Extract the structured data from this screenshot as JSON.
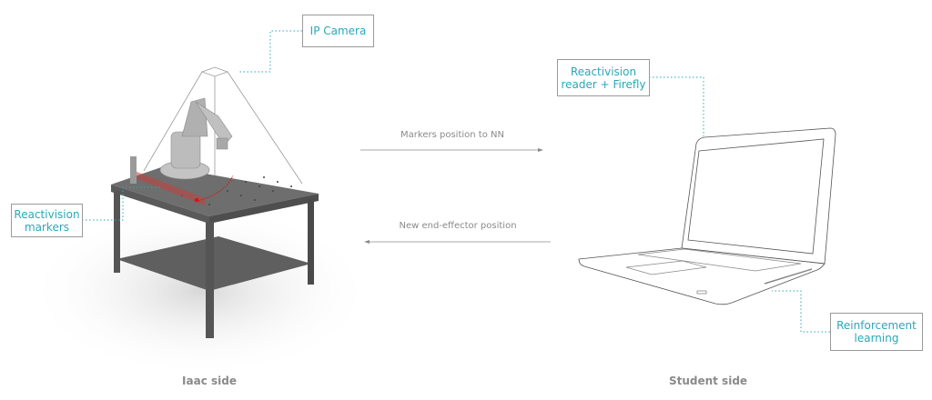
{
  "labels": {
    "ip_camera": "IP Camera",
    "reactivision_markers": "Reactivision markers",
    "reactivision_reader": "Reactivision reader + Firefly",
    "reinforcement_learning": "Reinforcement learning"
  },
  "arrows": {
    "to_student": "Markers position to NN",
    "to_iaac": "New end-effector position"
  },
  "sides": {
    "left": "Iaac side",
    "right": "Student side"
  },
  "colors": {
    "accent": "#2aa8b8",
    "marker": "#d01818",
    "table": "#6a6a6a"
  }
}
